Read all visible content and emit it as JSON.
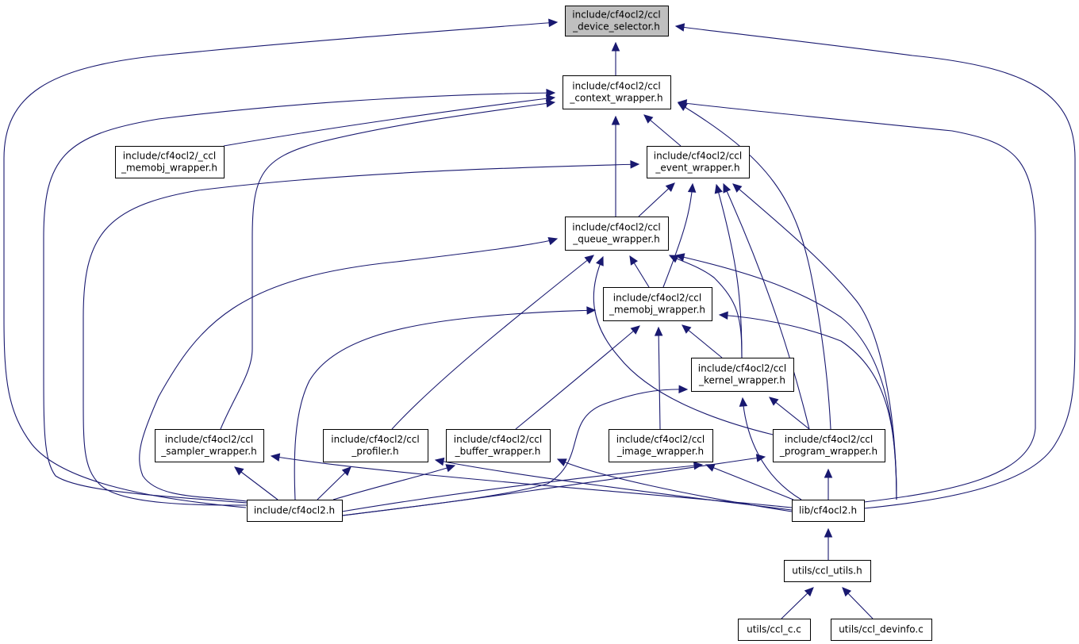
{
  "graph": {
    "edge_color": "#191970",
    "root_fill": "#bfbfbf",
    "nodes": [
      {
        "id": "device_selector",
        "lines": [
          "include/cf4ocl2/ccl",
          "_device_selector.h"
        ],
        "highlight": true
      },
      {
        "id": "context_wrapper",
        "lines": [
          "include/cf4ocl2/ccl",
          "_context_wrapper.h"
        ]
      },
      {
        "id": "_memobj_wrapper",
        "lines": [
          "include/cf4ocl2/_ccl",
          "_memobj_wrapper.h"
        ]
      },
      {
        "id": "event_wrapper",
        "lines": [
          "include/cf4ocl2/ccl",
          "_event_wrapper.h"
        ]
      },
      {
        "id": "queue_wrapper",
        "lines": [
          "include/cf4ocl2/ccl",
          "_queue_wrapper.h"
        ]
      },
      {
        "id": "memobj_wrapper",
        "lines": [
          "include/cf4ocl2/ccl",
          "_memobj_wrapper.h"
        ]
      },
      {
        "id": "kernel_wrapper",
        "lines": [
          "include/cf4ocl2/ccl",
          "_kernel_wrapper.h"
        ]
      },
      {
        "id": "sampler_wrapper",
        "lines": [
          "include/cf4ocl2/ccl",
          "_sampler_wrapper.h"
        ]
      },
      {
        "id": "profiler",
        "lines": [
          "include/cf4ocl2/ccl",
          "_profiler.h"
        ]
      },
      {
        "id": "buffer_wrapper",
        "lines": [
          "include/cf4ocl2/ccl",
          "_buffer_wrapper.h"
        ]
      },
      {
        "id": "image_wrapper",
        "lines": [
          "include/cf4ocl2/ccl",
          "_image_wrapper.h"
        ]
      },
      {
        "id": "program_wrapper",
        "lines": [
          "include/cf4ocl2/ccl",
          "_program_wrapper.h"
        ]
      },
      {
        "id": "include_cf4ocl2",
        "lines": [
          "include/cf4ocl2.h"
        ]
      },
      {
        "id": "lib_cf4ocl2",
        "lines": [
          "lib/cf4ocl2.h"
        ]
      },
      {
        "id": "ccl_utils",
        "lines": [
          "utils/ccl_utils.h"
        ]
      },
      {
        "id": "ccl_c",
        "lines": [
          "utils/ccl_c.c"
        ]
      },
      {
        "id": "ccl_devinfo",
        "lines": [
          "utils/ccl_devinfo.c"
        ]
      }
    ],
    "edges": [
      {
        "from": "context_wrapper",
        "to": "device_selector"
      },
      {
        "from": "include_cf4ocl2",
        "to": "device_selector"
      },
      {
        "from": "lib_cf4ocl2",
        "to": "device_selector"
      },
      {
        "from": "_memobj_wrapper",
        "to": "context_wrapper"
      },
      {
        "from": "event_wrapper",
        "to": "context_wrapper"
      },
      {
        "from": "queue_wrapper",
        "to": "context_wrapper"
      },
      {
        "from": "include_cf4ocl2",
        "to": "context_wrapper"
      },
      {
        "from": "sampler_wrapper",
        "to": "context_wrapper"
      },
      {
        "from": "program_wrapper",
        "to": "context_wrapper"
      },
      {
        "from": "lib_cf4ocl2",
        "to": "context_wrapper"
      },
      {
        "from": "include_cf4ocl2",
        "to": "event_wrapper"
      },
      {
        "from": "queue_wrapper",
        "to": "event_wrapper"
      },
      {
        "from": "memobj_wrapper",
        "to": "event_wrapper"
      },
      {
        "from": "kernel_wrapper",
        "to": "event_wrapper"
      },
      {
        "from": "program_wrapper",
        "to": "event_wrapper"
      },
      {
        "from": "lib_cf4ocl2",
        "to": "event_wrapper"
      },
      {
        "from": "include_cf4ocl2",
        "to": "queue_wrapper"
      },
      {
        "from": "profiler",
        "to": "queue_wrapper"
      },
      {
        "from": "memobj_wrapper",
        "to": "queue_wrapper"
      },
      {
        "from": "program_wrapper",
        "to": "queue_wrapper"
      },
      {
        "from": "kernel_wrapper",
        "to": "queue_wrapper"
      },
      {
        "from": "lib_cf4ocl2",
        "to": "queue_wrapper"
      },
      {
        "from": "include_cf4ocl2",
        "to": "memobj_wrapper"
      },
      {
        "from": "buffer_wrapper",
        "to": "memobj_wrapper"
      },
      {
        "from": "image_wrapper",
        "to": "memobj_wrapper"
      },
      {
        "from": "kernel_wrapper",
        "to": "memobj_wrapper"
      },
      {
        "from": "lib_cf4ocl2",
        "to": "memobj_wrapper"
      },
      {
        "from": "include_cf4ocl2",
        "to": "kernel_wrapper"
      },
      {
        "from": "lib_cf4ocl2",
        "to": "kernel_wrapper"
      },
      {
        "from": "program_wrapper",
        "to": "kernel_wrapper"
      },
      {
        "from": "include_cf4ocl2",
        "to": "sampler_wrapper"
      },
      {
        "from": "lib_cf4ocl2",
        "to": "sampler_wrapper"
      },
      {
        "from": "include_cf4ocl2",
        "to": "profiler"
      },
      {
        "from": "lib_cf4ocl2",
        "to": "profiler"
      },
      {
        "from": "include_cf4ocl2",
        "to": "buffer_wrapper"
      },
      {
        "from": "lib_cf4ocl2",
        "to": "buffer_wrapper"
      },
      {
        "from": "include_cf4ocl2",
        "to": "image_wrapper"
      },
      {
        "from": "lib_cf4ocl2",
        "to": "image_wrapper"
      },
      {
        "from": "include_cf4ocl2",
        "to": "program_wrapper"
      },
      {
        "from": "lib_cf4ocl2",
        "to": "program_wrapper"
      },
      {
        "from": "ccl_utils",
        "to": "lib_cf4ocl2"
      },
      {
        "from": "ccl_c",
        "to": "ccl_utils"
      },
      {
        "from": "ccl_devinfo",
        "to": "ccl_utils"
      }
    ]
  }
}
